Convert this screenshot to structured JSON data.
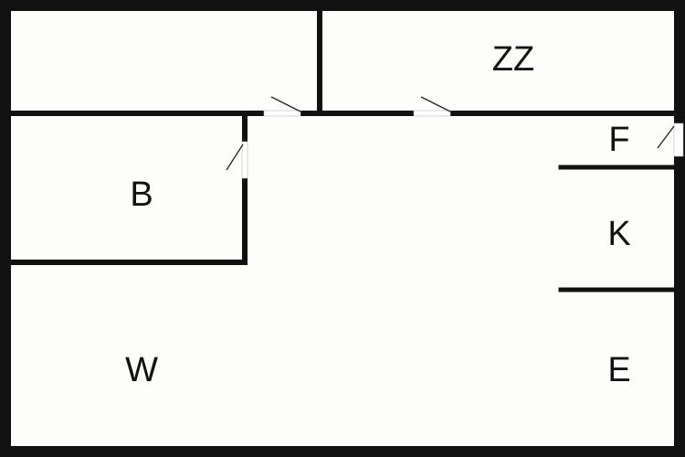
{
  "plan": {
    "rooms": [
      {
        "id": "zz",
        "label": "ZZ"
      },
      {
        "id": "b",
        "label": "B"
      },
      {
        "id": "f",
        "label": "F"
      },
      {
        "id": "k",
        "label": "K"
      },
      {
        "id": "w",
        "label": "W"
      },
      {
        "id": "e",
        "label": "E"
      }
    ]
  }
}
